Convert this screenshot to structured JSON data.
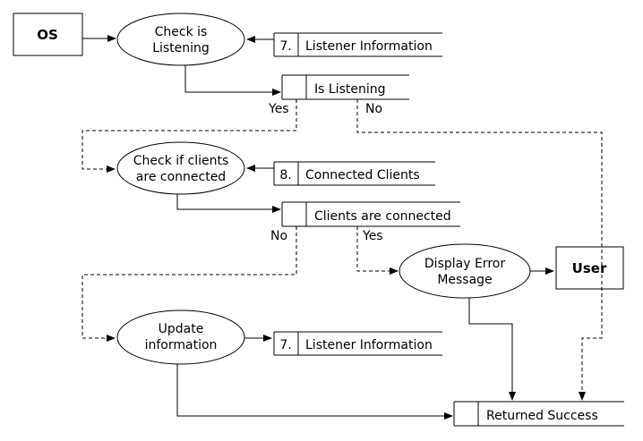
{
  "entities": {
    "os": "OS",
    "user": "User"
  },
  "processes": {
    "check_listening": [
      "Check is",
      "Listening"
    ],
    "check_clients": [
      "Check if clients",
      "are connected"
    ],
    "display_error": [
      "Display Error",
      "Message"
    ],
    "update_info": [
      "Update",
      "information"
    ]
  },
  "stores": {
    "listener_info_top": {
      "num": "7.",
      "name": "Listener Information"
    },
    "is_listening": {
      "num": "",
      "name": "Is Listening"
    },
    "connected_clients": {
      "num": "8.",
      "name": "Connected Clients"
    },
    "clients_connected": {
      "num": "",
      "name": "Clients are connected"
    },
    "listener_info_bottom": {
      "num": "7.",
      "name": "Listener Information"
    },
    "returned_success": {
      "num": "",
      "name": "Returned Success"
    }
  },
  "labels": {
    "yes_1": "Yes",
    "no_1": "No",
    "no_2": "No",
    "yes_2": "Yes"
  }
}
